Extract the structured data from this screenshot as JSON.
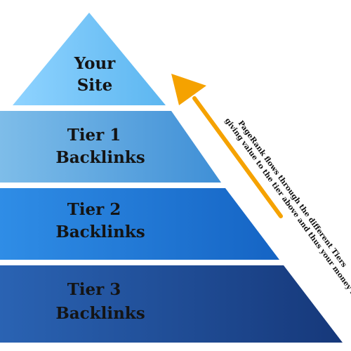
{
  "pyramid": {
    "levels": [
      {
        "line1": "Your",
        "line2": "Site",
        "color_light": "#8fd3ff",
        "color_dark": "#5cb6f0"
      },
      {
        "line1": "Tier 1",
        "line2": "Backlinks",
        "color_light": "#7ebde9",
        "color_dark": "#3f8fd6"
      },
      {
        "line1": "Tier 2",
        "line2": "Backlinks",
        "color_light": "#2f8de6",
        "color_dark": "#1564c4"
      },
      {
        "line1": "Tier 3",
        "line2": "Backlinks",
        "color_light": "#2a63b3",
        "color_dark": "#16387a"
      }
    ]
  },
  "arrow": {
    "color": "#f5a200"
  },
  "note": {
    "line1": "PageRank flows through the different Tiers",
    "line2": "giving value to the tier above and thus your money site!"
  }
}
